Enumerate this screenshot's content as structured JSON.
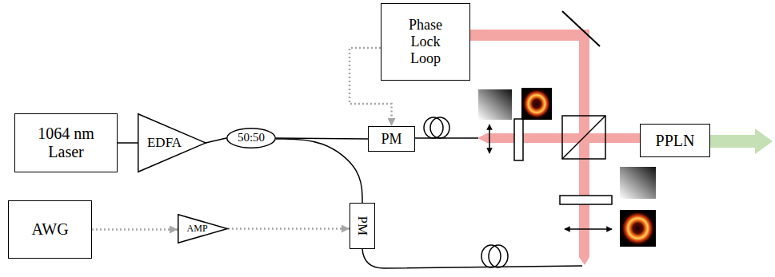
{
  "diagram": {
    "nodes": [
      {
        "text": [
          "Phase Lock Loop"
        ]
      },
      {
        "text": [
          "1064 nm Laser"
        ]
      },
      {
        "text": [
          "EDFA"
        ]
      },
      {
        "text": [
          "50:50"
        ]
      },
      {
        "text": [
          "PM"
        ]
      },
      {
        "text": [
          "PPLN"
        ]
      },
      {
        "text": [
          "AWG"
        ]
      },
      {
        "text": [
          "AMP"
        ]
      },
      {
        "text": [
          "PM"
        ]
      }
    ],
    "edges": [
      {
        "from": 1,
        "to": 2,
        "arrow": "none"
      },
      {
        "from": 2,
        "to": 3,
        "arrow": "none"
      },
      {
        "from": 3,
        "to": 4,
        "arrow": "none"
      },
      {
        "from": 3,
        "to": 8,
        "arrow": "none"
      },
      {
        "from": 0,
        "to": 4,
        "arrow": "to"
      },
      {
        "from": 6,
        "to": 7,
        "arrow": "to"
      },
      {
        "from": 7,
        "to": 8,
        "arrow": "to"
      }
    ]
  }
}
